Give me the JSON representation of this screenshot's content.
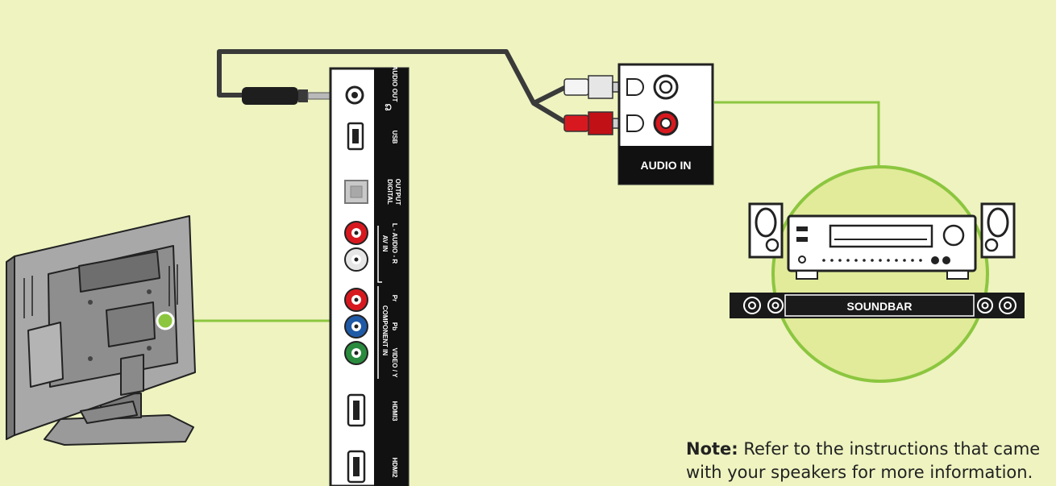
{
  "panel_labels": {
    "audio_out": "AUDIO OUT",
    "usb": "USB",
    "digital_output_1": "DIGITAL",
    "digital_output_2": "OUTPUT",
    "av_in": "AV IN",
    "av_audio": "L - AUDIO - R",
    "pr": "Pr",
    "pb": "Pb",
    "component_in": "COMPONENT IN",
    "video_y": "VIDEO / Y",
    "hdmi3": "HDMI3",
    "hdmi2": "HDMI2"
  },
  "receiver": {
    "audio_in_label": "AUDIO IN"
  },
  "soundbar": {
    "label": "SOUNDBAR"
  },
  "note": {
    "bold": "Note:",
    "text": " Refer to the instructions that came with your speakers for more information."
  },
  "colors": {
    "background": "#eef3c0",
    "accent_green": "#8cc63f",
    "cable": "#3a3a3a",
    "red_jack": "#d7191f",
    "white_jack": "#e6e6e6",
    "blue_jack": "#1f5aa6",
    "green_jack": "#2a8a3e"
  }
}
